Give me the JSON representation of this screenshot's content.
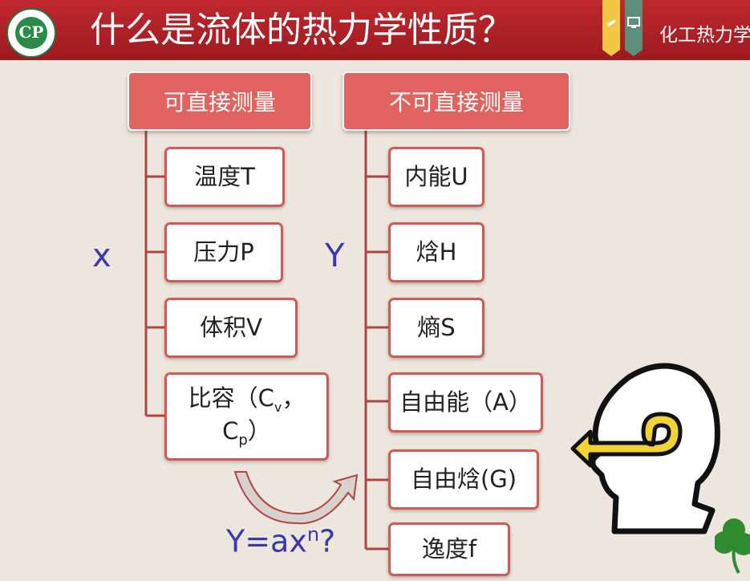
{
  "header": {
    "title": "什么是流体的热力学性质？",
    "course": "化工热力学",
    "logo_text": "CP",
    "pen_icon": "pen-icon",
    "monitor_icon": "monitor-icon"
  },
  "left_column": {
    "heading": "可直接测量",
    "axis_label": "x",
    "items": [
      {
        "label": "温度T"
      },
      {
        "label": "压力P"
      },
      {
        "label": "体积V"
      },
      {
        "label": "比容（C",
        "sub1": "v",
        "mid": "，",
        "line2": "C",
        "sub2": "p",
        "end": "）"
      }
    ]
  },
  "right_column": {
    "heading": "不可直接测量",
    "axis_label": "Y",
    "items": [
      {
        "label": "内能U"
      },
      {
        "label": "焓H"
      },
      {
        "label": "熵S"
      },
      {
        "label": "自由能（A）"
      },
      {
        "label": "自由焓(G)"
      },
      {
        "label": "逸度f"
      }
    ]
  },
  "formula": {
    "base": "Y=ax",
    "exp": "n",
    "end": "?"
  },
  "colors": {
    "header_red": "#b0222a",
    "box_red": "#e0635f",
    "tree_line": "#b0463f",
    "axis_blue": "#3a39a7",
    "background": "#ece6df",
    "clover_green": "#2e8b2e"
  },
  "decor": {
    "head_icon": "thinking-head-icon",
    "clover_icon": "clover-icon",
    "arrow_icon": "curved-arrow-icon"
  }
}
